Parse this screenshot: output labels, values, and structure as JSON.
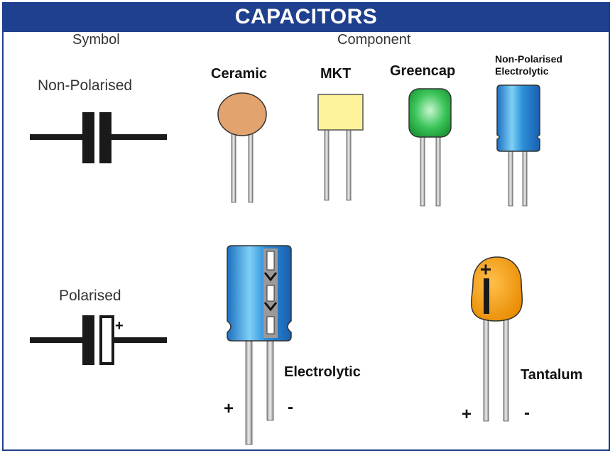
{
  "title": "CAPACITORS",
  "headers": {
    "symbol": "Symbol",
    "component": "Component"
  },
  "rows": {
    "non_polarised": "Non-Polarised",
    "polarised": "Polarised"
  },
  "components": {
    "ceramic": "Ceramic",
    "mkt": "MKT",
    "greencap": "Greencap",
    "np_electrolytic_line1": "Non-Polarised",
    "np_electrolytic_line2": "Electrolytic",
    "electrolytic": "Electrolytic",
    "tantalum": "Tantalum"
  },
  "signs": {
    "plus": "+",
    "minus": "-"
  },
  "colors": {
    "title_bar": "#1f3f8f",
    "ceramic": "#e2a36e",
    "mkt": "#fdf29a",
    "greencap": "#2fb24a",
    "electrolytic": "#2a8fd6",
    "tantalum": "#f09a10"
  }
}
